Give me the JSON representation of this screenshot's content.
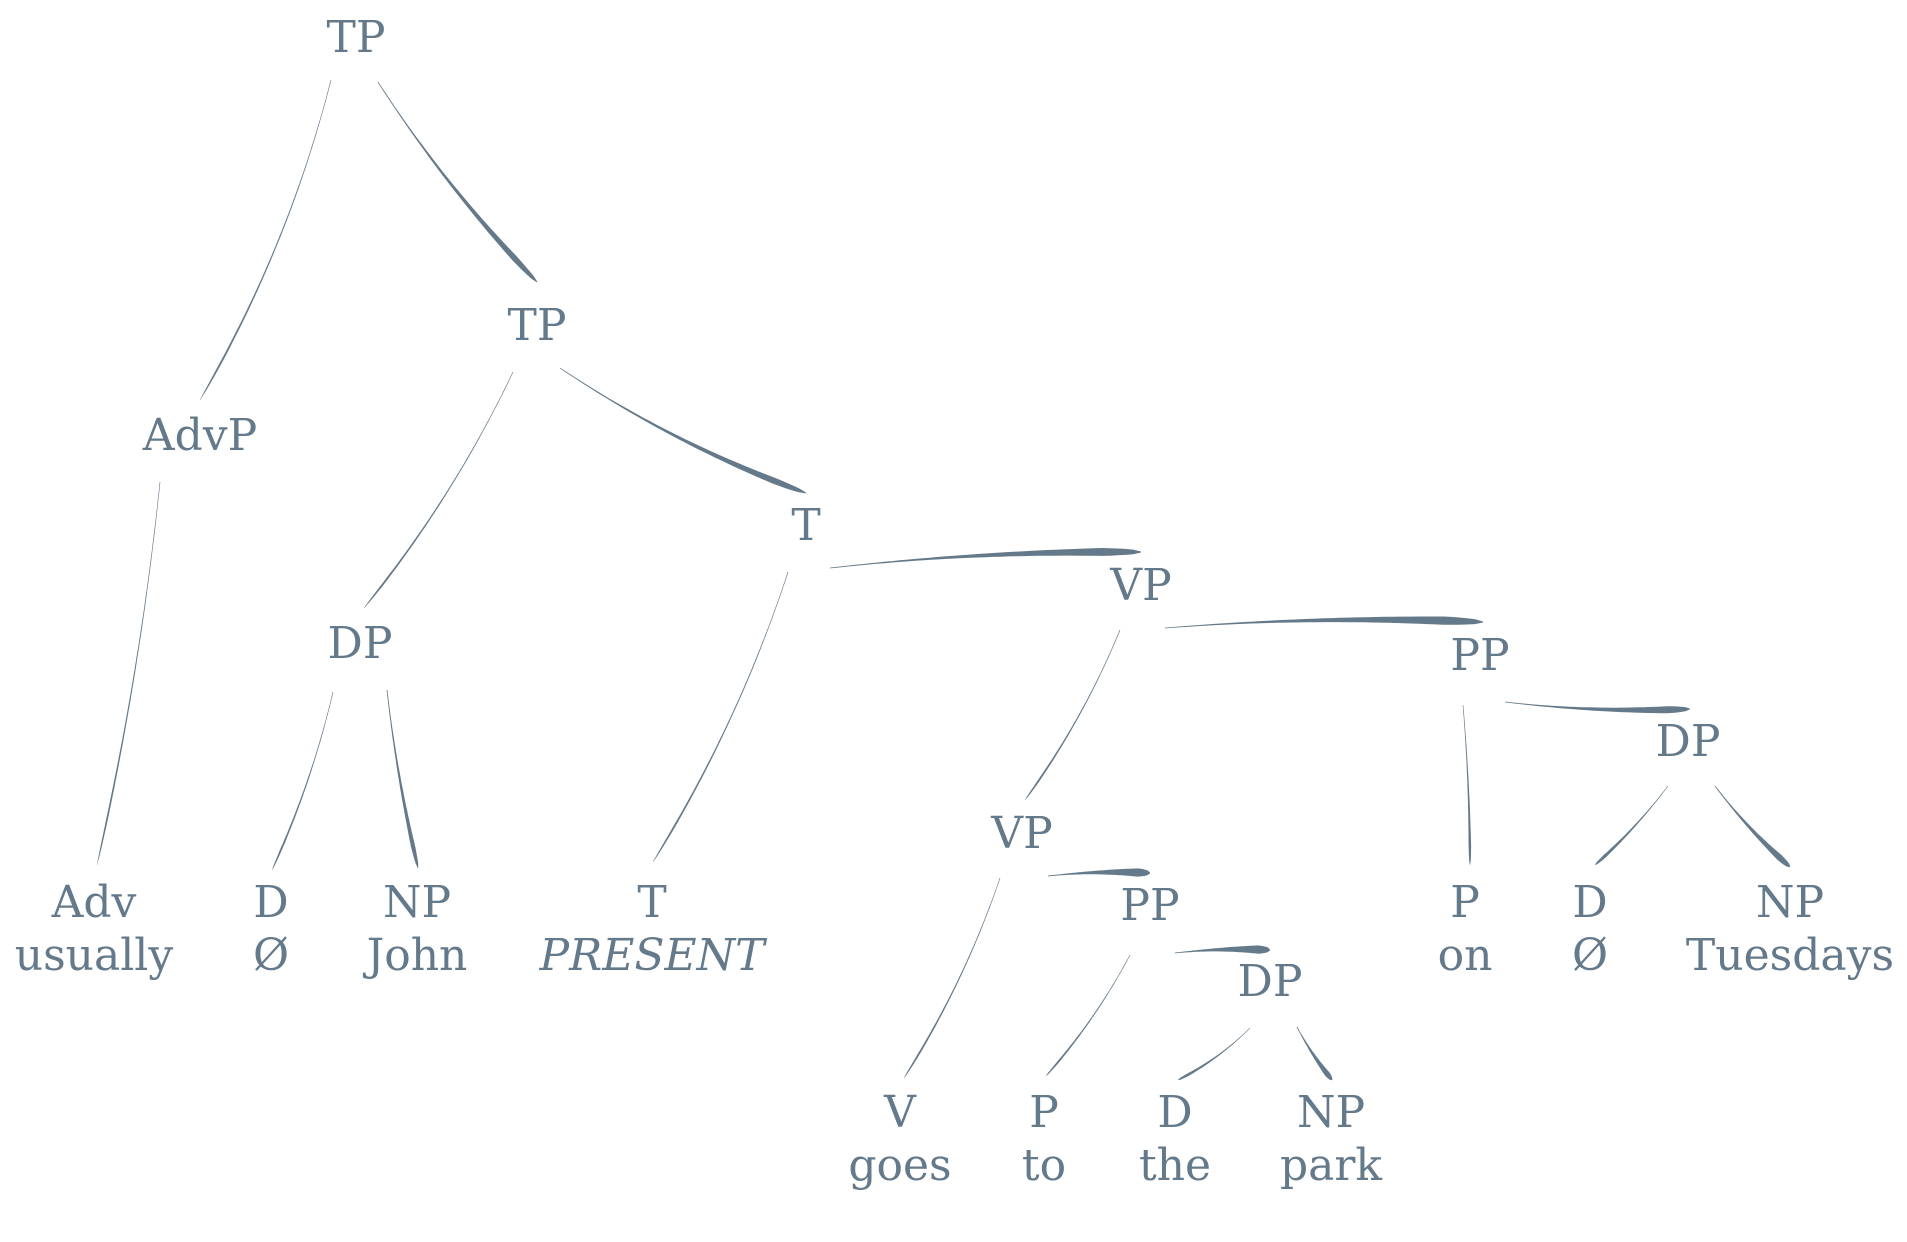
{
  "colors": {
    "ink": "#64798a",
    "background": "#ffffff"
  },
  "tree": {
    "root": {
      "label": "TP"
    },
    "tp2": {
      "label": "TP"
    },
    "advp": {
      "label": "AdvP"
    },
    "adv": {
      "label": "Adv",
      "word": "usually"
    },
    "dp_subj": {
      "label": "DP"
    },
    "d_subj": {
      "label": "D",
      "word": "Ø"
    },
    "np_subj": {
      "label": "NP",
      "word": "John"
    },
    "t_bar": {
      "label": "T"
    },
    "t_head": {
      "label": "T",
      "word": "PRESENT"
    },
    "vp_top": {
      "label": "VP"
    },
    "vp_low": {
      "label": "VP"
    },
    "v": {
      "label": "V",
      "word": "goes"
    },
    "pp_to": {
      "label": "PP"
    },
    "p_to": {
      "label": "P",
      "word": "to"
    },
    "dp_park": {
      "label": "DP"
    },
    "d_the": {
      "label": "D",
      "word": "the"
    },
    "np_park": {
      "label": "NP",
      "word": "park"
    },
    "pp_on": {
      "label": "PP"
    },
    "p_on": {
      "label": "P",
      "word": "on"
    },
    "dp_tue": {
      "label": "DP"
    },
    "d_tue": {
      "label": "D",
      "word": "Ø"
    },
    "np_tue": {
      "label": "NP",
      "word": "Tuesdays"
    }
  }
}
